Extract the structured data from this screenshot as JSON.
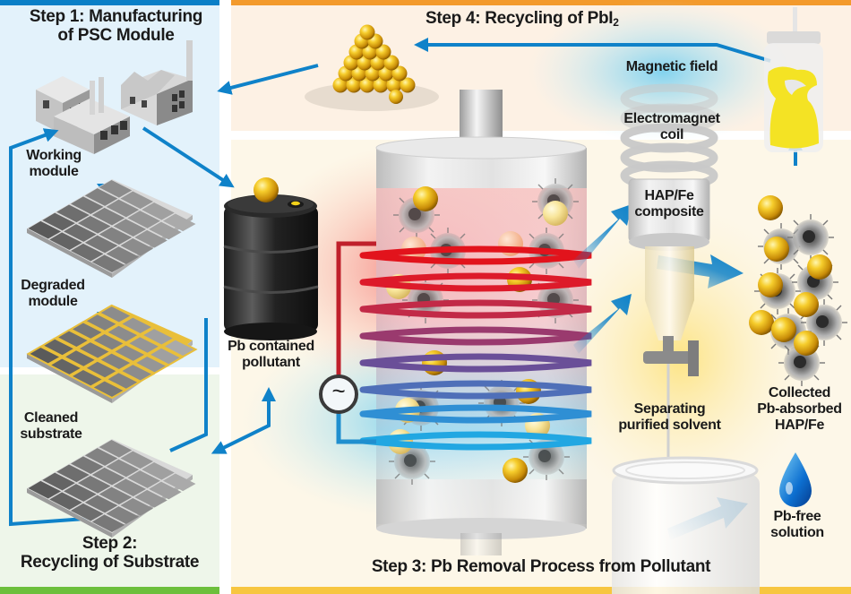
{
  "figure": {
    "title": "Perovskite solar cell (PSC) recycling process",
    "colors": {
      "step1_bar": "#0a7fc7",
      "step1_bg": "#e3f2fb",
      "step2_bar": "#6cbf3c",
      "step2_bg": "#eef6ea",
      "step3_bar": "#f7c640",
      "step3_bg": "#fdf7e8",
      "step4_bar": "#f39a2c",
      "step4_bg": "#fdf1e4",
      "arrow": "#0f82c9",
      "coil_hot": "#e0141e",
      "coil_cold": "#2aa5e0",
      "lead_ball": "#e8b416",
      "pbi2": "#f4e324"
    }
  },
  "steps": {
    "step1": {
      "line1": "Step 1: Manufacturing",
      "line2": "of PSC Module"
    },
    "step2": {
      "line1": "Step 2:",
      "line2": "Recycling of Substrate"
    },
    "step3": {
      "title": "Step 3: Pb Removal Process from Pollutant"
    },
    "step4": {
      "title_main": "Step 4: Recycling of PbI",
      "title_sub": "2"
    }
  },
  "labels": {
    "working_module": {
      "line1": "Working",
      "line2": "module"
    },
    "degraded_module": {
      "line1": "Degraded",
      "line2": "module"
    },
    "cleaned_substrate": {
      "line1": "Cleaned",
      "line2": "substrate"
    },
    "pollutant": {
      "line1": "Pb contained",
      "line2": "pollutant"
    },
    "magnetic_field": "Magnetic field",
    "electromagnet": {
      "line1": "Electromagnet",
      "line2": "coil"
    },
    "hap_fe": {
      "line1": "HAP/Fe",
      "line2": "composite"
    },
    "separating": {
      "line1": "Separating",
      "line2": "purified solvent"
    },
    "collected": {
      "line1": "Collected",
      "line2": "Pb-absorbed",
      "line3": "HAP/Fe"
    },
    "pb_free": {
      "line1": "Pb-free",
      "line2": "solution"
    },
    "ac_source": "~"
  }
}
